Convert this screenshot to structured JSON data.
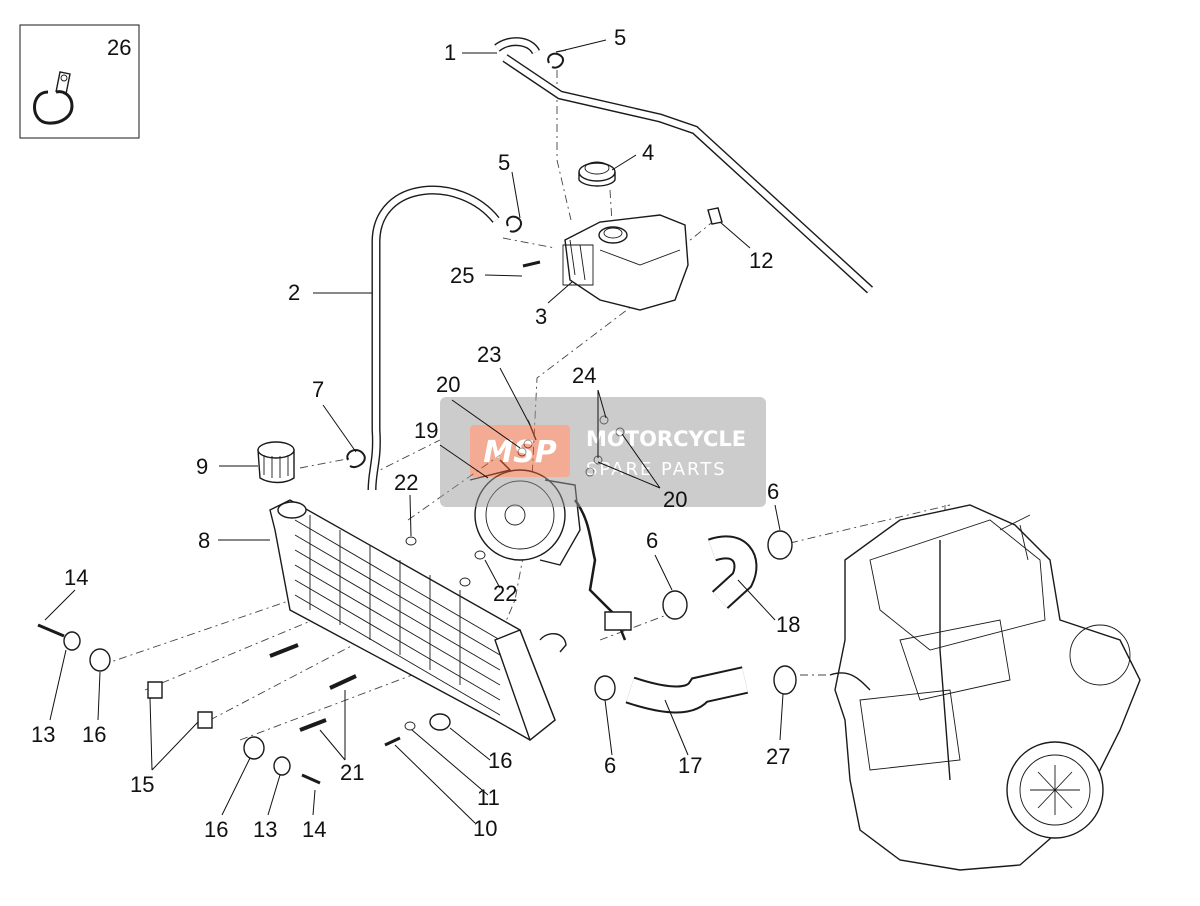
{
  "diagram": {
    "callouts": [
      {
        "id": "c1",
        "text": "1"
      },
      {
        "id": "c2",
        "text": "2"
      },
      {
        "id": "c3",
        "text": "3"
      },
      {
        "id": "c4",
        "text": "4"
      },
      {
        "id": "c5a",
        "text": "5"
      },
      {
        "id": "c5b",
        "text": "5"
      },
      {
        "id": "c6a",
        "text": "6"
      },
      {
        "id": "c6b",
        "text": "6"
      },
      {
        "id": "c6c",
        "text": "6"
      },
      {
        "id": "c7",
        "text": "7"
      },
      {
        "id": "c8",
        "text": "8"
      },
      {
        "id": "c9",
        "text": "9"
      },
      {
        "id": "c10",
        "text": "10"
      },
      {
        "id": "c11",
        "text": "11"
      },
      {
        "id": "c12",
        "text": "12"
      },
      {
        "id": "c13a",
        "text": "13"
      },
      {
        "id": "c13b",
        "text": "13"
      },
      {
        "id": "c14a",
        "text": "14"
      },
      {
        "id": "c14b",
        "text": "14"
      },
      {
        "id": "c15",
        "text": "15"
      },
      {
        "id": "c16a",
        "text": "16"
      },
      {
        "id": "c16b",
        "text": "16"
      },
      {
        "id": "c16c",
        "text": "16"
      },
      {
        "id": "c17",
        "text": "17"
      },
      {
        "id": "c18",
        "text": "18"
      },
      {
        "id": "c19",
        "text": "19"
      },
      {
        "id": "c20a",
        "text": "20"
      },
      {
        "id": "c20b",
        "text": "20"
      },
      {
        "id": "c21",
        "text": "21"
      },
      {
        "id": "c22a",
        "text": "22"
      },
      {
        "id": "c22b",
        "text": "22"
      },
      {
        "id": "c23",
        "text": "23"
      },
      {
        "id": "c24",
        "text": "24"
      },
      {
        "id": "c25",
        "text": "25"
      },
      {
        "id": "c26",
        "text": "26"
      },
      {
        "id": "c27",
        "text": "27"
      }
    ]
  },
  "watermark": {
    "logo_text": "MSP",
    "line1": "MOTORCYCLE",
    "line2": "SPARE PARTS",
    "colors": {
      "accent": "#e85a2a",
      "panel": "#9a9a9a"
    }
  }
}
